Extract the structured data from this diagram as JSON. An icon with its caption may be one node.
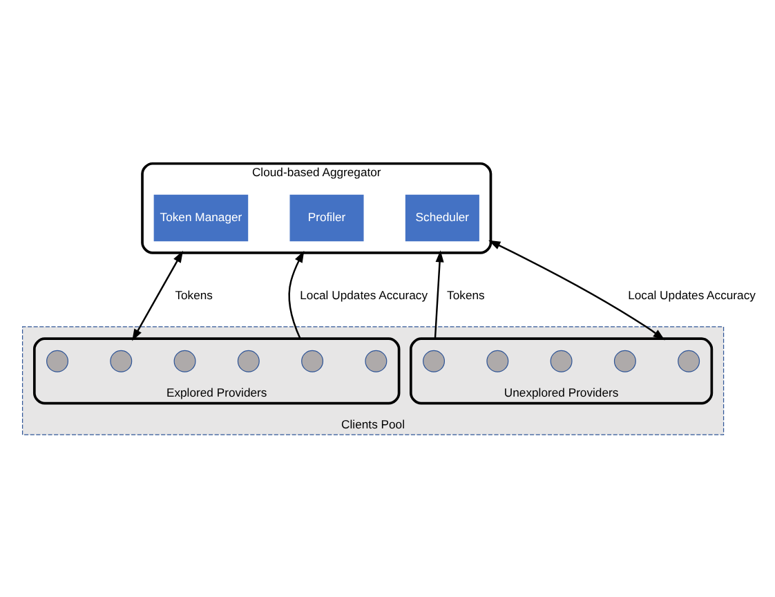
{
  "diagram": {
    "nodes": [
      {
        "text": [
          "Cloud-based Aggregator"
        ]
      },
      {
        "text": [
          "Token Manager"
        ],
        "in": 0
      },
      {
        "text": [
          "Profiler"
        ],
        "in": 0
      },
      {
        "text": [
          "Scheduler"
        ],
        "in": 0
      },
      {
        "text": [
          "Clients Pool"
        ]
      },
      {
        "text": [
          "Explored Providers"
        ],
        "in": 4
      },
      {
        "text": [],
        "shape": "circle",
        "in": 5
      },
      {
        "text": [],
        "shape": "circle",
        "in": 5
      },
      {
        "text": [],
        "shape": "circle",
        "in": 5
      },
      {
        "text": [],
        "shape": "circle",
        "in": 5
      },
      {
        "text": [],
        "shape": "circle",
        "in": 5
      },
      {
        "text": [],
        "shape": "circle",
        "in": 5
      },
      {
        "text": [
          "Unexplored Providers"
        ],
        "in": 4
      },
      {
        "text": [],
        "shape": "circle",
        "in": 12
      },
      {
        "text": [],
        "shape": "circle",
        "in": 12
      },
      {
        "text": [],
        "shape": "circle",
        "in": 12
      },
      {
        "text": [],
        "shape": "circle",
        "in": 12
      },
      {
        "text": [],
        "shape": "circle",
        "in": 12
      }
    ],
    "edges": [
      {
        "from": 0,
        "to": 5,
        "arrow": "both",
        "label": "Tokens"
      },
      {
        "from": 5,
        "to": 0,
        "arrow": "to",
        "label": "Local Updates Accuracy"
      },
      {
        "from": 12,
        "to": 0,
        "arrow": "to",
        "label": "Tokens"
      },
      {
        "from": 0,
        "to": 12,
        "arrow": "both",
        "label": "Local Updates Accuracy"
      }
    ]
  }
}
